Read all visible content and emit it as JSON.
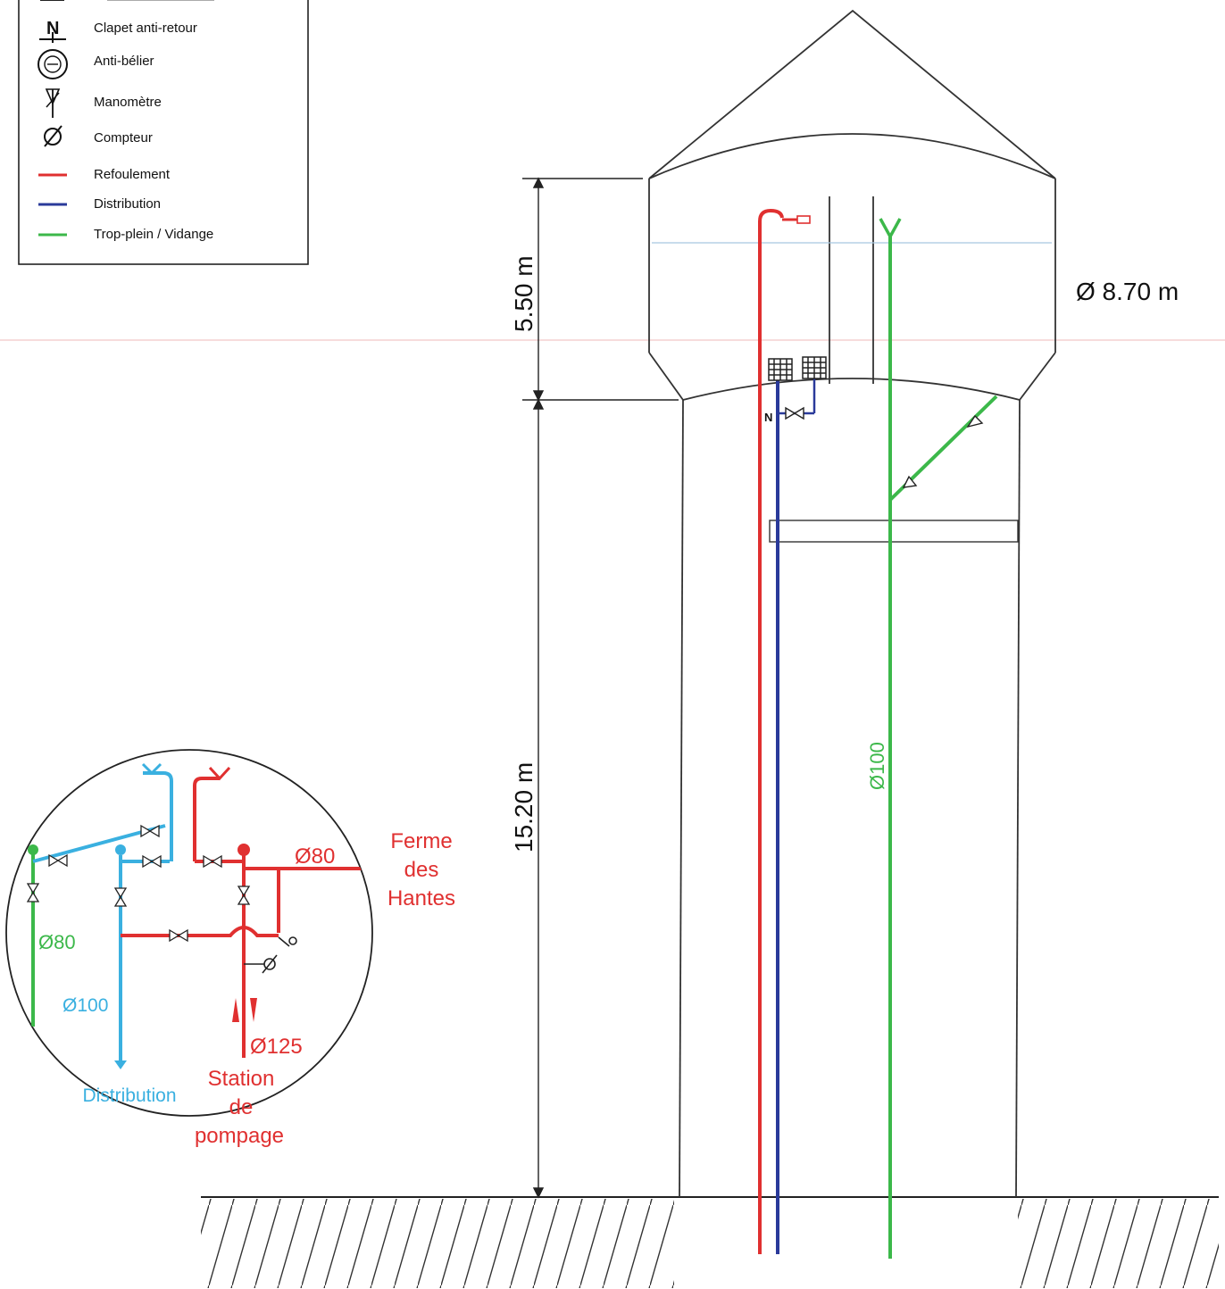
{
  "legend": {
    "items": [
      {
        "label": "Clapet anti-retour",
        "symbol": "check-valve"
      },
      {
        "label": "Anti-bélier",
        "symbol": "anti-hammer"
      },
      {
        "label": "Manomètre",
        "symbol": "pressure-gauge"
      },
      {
        "label": "Compteur",
        "symbol": "meter"
      },
      {
        "label": "Refoulement",
        "color": "#e03030"
      },
      {
        "label": "Distribution",
        "color": "#2a3a9a"
      },
      {
        "label": "Trop-plein / Vidange",
        "color": "#3cb84a"
      }
    ]
  },
  "dimensions": {
    "tank_height": "5.50 m",
    "shaft_height": "15.20 m",
    "tank_diameter": "Ø 8.70 m"
  },
  "pipes": {
    "overflow_diameter": "Ø100"
  },
  "detail": {
    "green_diameter": "Ø80",
    "cyan_diameter": "Ø100",
    "red_outlet_diameter": "Ø80",
    "red_inlet_diameter": "Ø125",
    "destination": [
      "Ferme",
      "des",
      "Hantes"
    ],
    "distribution_label": "Distribution",
    "pumping_station": [
      "Station",
      "de",
      "pompage"
    ]
  },
  "colors": {
    "refoulement": "#e03030",
    "distribution": "#2a3a9a",
    "trop_plein": "#3cb84a",
    "detail_distribution": "#3ab0e0"
  }
}
